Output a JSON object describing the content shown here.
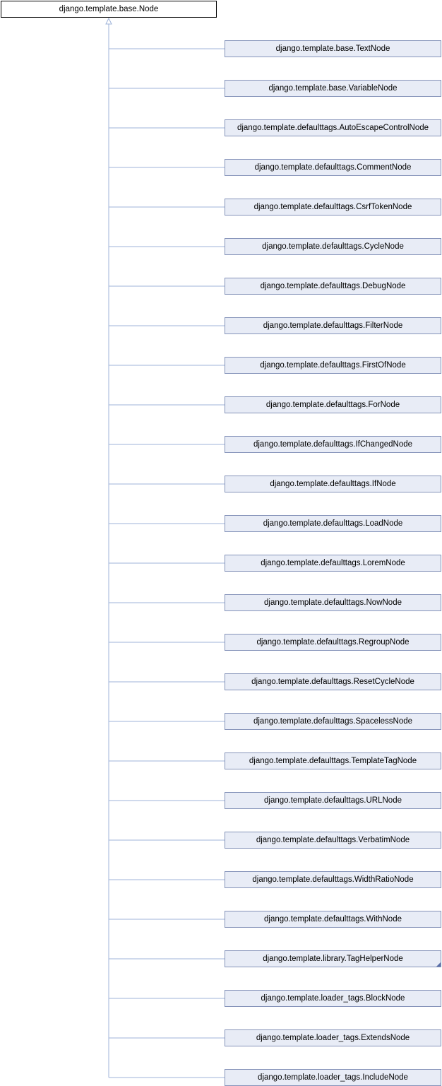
{
  "diagram": {
    "root": "django.template.base.Node",
    "children": [
      {
        "label": "django.template.base.TextNode"
      },
      {
        "label": "django.template.base.VariableNode"
      },
      {
        "label": "django.template.defaulttags.AutoEscapeControlNode"
      },
      {
        "label": "django.template.defaulttags.CommentNode"
      },
      {
        "label": "django.template.defaulttags.CsrfTokenNode"
      },
      {
        "label": "django.template.defaulttags.CycleNode"
      },
      {
        "label": "django.template.defaulttags.DebugNode"
      },
      {
        "label": "django.template.defaulttags.FilterNode"
      },
      {
        "label": "django.template.defaulttags.FirstOfNode"
      },
      {
        "label": "django.template.defaulttags.ForNode"
      },
      {
        "label": "django.template.defaulttags.IfChangedNode"
      },
      {
        "label": "django.template.defaulttags.IfNode"
      },
      {
        "label": "django.template.defaulttags.LoadNode"
      },
      {
        "label": "django.template.defaulttags.LoremNode"
      },
      {
        "label": "django.template.defaulttags.NowNode"
      },
      {
        "label": "django.template.defaulttags.RegroupNode"
      },
      {
        "label": "django.template.defaulttags.ResetCycleNode"
      },
      {
        "label": "django.template.defaulttags.SpacelessNode"
      },
      {
        "label": "django.template.defaulttags.TemplateTagNode"
      },
      {
        "label": "django.template.defaulttags.URLNode"
      },
      {
        "label": "django.template.defaulttags.VerbatimNode"
      },
      {
        "label": "django.template.defaulttags.WidthRatioNode"
      },
      {
        "label": "django.template.defaulttags.WithNode"
      },
      {
        "label": "django.template.library.TagHelperNode",
        "has_subclasses": true
      },
      {
        "label": "django.template.loader_tags.BlockNode"
      },
      {
        "label": "django.template.loader_tags.ExtendsNode"
      },
      {
        "label": "django.template.loader_tags.IncludeNode"
      }
    ]
  },
  "colors": {
    "edge": "#9fb3d9",
    "node_fill": "#e8ecf6",
    "node_border": "#8593b9",
    "root_border": "#000000"
  }
}
